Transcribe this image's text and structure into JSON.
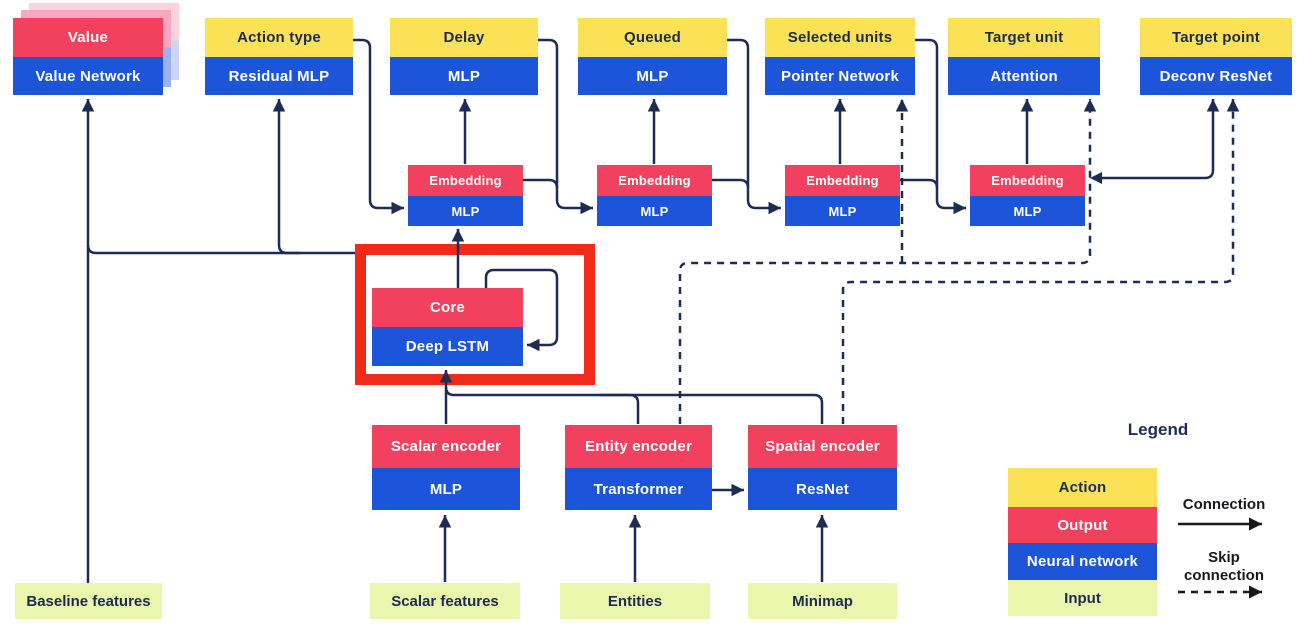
{
  "colors": {
    "action_yellow": "#FAE155",
    "output_red": "#F2415F",
    "network_blue": "#1C55D9",
    "input_green": "#EAF6AB",
    "line_navy": "#1E2C55",
    "highlight_red": "#EF2A18",
    "dark_text": "#1D2B50"
  },
  "nodes": {
    "value": {
      "output": "Value",
      "network": "Value Network"
    },
    "action_type": {
      "action": "Action type",
      "network": "Residual MLP"
    },
    "delay": {
      "action": "Delay",
      "network": "MLP"
    },
    "queued": {
      "action": "Queued",
      "network": "MLP"
    },
    "selected_units": {
      "action": "Selected units",
      "network": "Pointer Network"
    },
    "target_unit": {
      "action": "Target unit",
      "network": "Attention"
    },
    "target_point": {
      "action": "Target point",
      "network": "Deconv ResNet"
    },
    "embeddings": [
      {
        "output": "Embedding",
        "network": "MLP"
      },
      {
        "output": "Embedding",
        "network": "MLP"
      },
      {
        "output": "Embedding",
        "network": "MLP"
      },
      {
        "output": "Embedding",
        "network": "MLP"
      }
    ],
    "core": {
      "output": "Core",
      "network": "Deep LSTM"
    },
    "scalar_encoder": {
      "output": "Scalar encoder",
      "network": "MLP"
    },
    "entity_encoder": {
      "output": "Entity encoder",
      "network": "Transformer"
    },
    "spatial_encoder": {
      "output": "Spatial encoder",
      "network": "ResNet"
    },
    "inputs": {
      "baseline": "Baseline features",
      "scalar": "Scalar features",
      "entities": "Entities",
      "minimap": "Minimap"
    }
  },
  "legend": {
    "title": "Legend",
    "items": [
      {
        "label": "Action"
      },
      {
        "label": "Output"
      },
      {
        "label": "Neural network"
      },
      {
        "label": "Input"
      }
    ],
    "connection": "Connection",
    "skip_line1": "Skip",
    "skip_line2": "connection"
  }
}
